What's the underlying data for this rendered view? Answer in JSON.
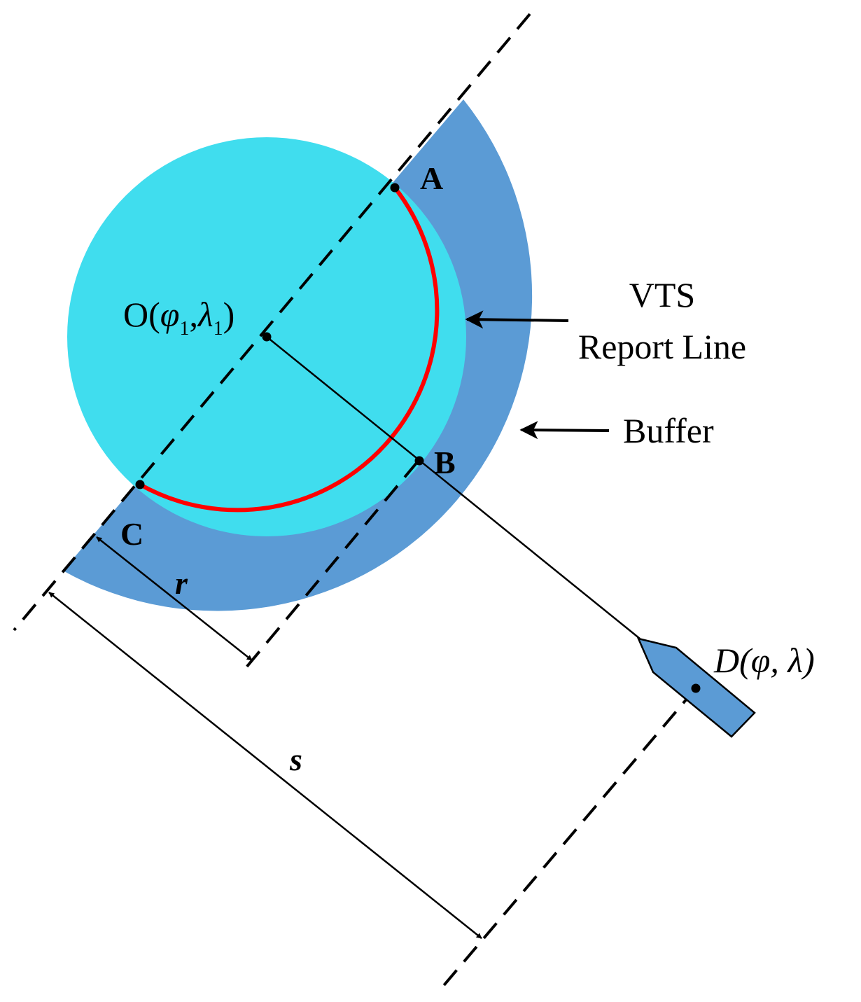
{
  "colors": {
    "circle_fill": "#40DDEE",
    "buffer_fill": "#5B9BD5",
    "report_line": "#FF0000",
    "line": "#000000",
    "ship_fill": "#5B9BD5",
    "background": "#FFFFFF"
  },
  "labels": {
    "point_a": "A",
    "point_b": "B",
    "point_c": "C",
    "center_prefix": "O(",
    "center_phi": "φ",
    "center_sub1": "1",
    "center_comma": ",",
    "center_lambda": "λ",
    "center_sub2": "1",
    "center_suffix": ")",
    "ship_d": "D",
    "ship_coords": "(φ, λ)",
    "vts_line1": "VTS",
    "vts_line2": "Report Line",
    "buffer": "Buffer",
    "dim_r": "r",
    "dim_s": "s"
  }
}
